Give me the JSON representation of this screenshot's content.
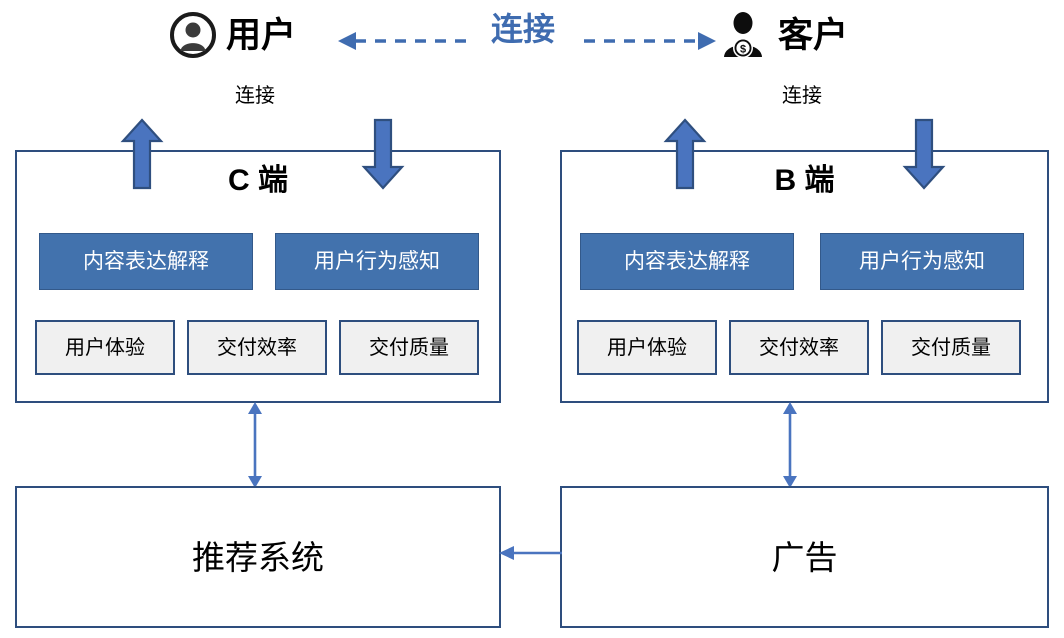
{
  "diagram": {
    "title_actors": {
      "user": {
        "label": "用户",
        "icon": "user-avatar-icon"
      },
      "client": {
        "label": "客户",
        "icon": "customer-money-icon"
      }
    },
    "center_connector": {
      "label": "连接",
      "style": "dashed-double-arrow",
      "color": "#3f6cb0"
    },
    "captions": {
      "left": "连接",
      "right": "连接"
    },
    "panels": [
      {
        "id": "c-end",
        "title": "C 端",
        "blue_chips": [
          "内容表达解释",
          "用户行为感知"
        ],
        "gray_chips": [
          "用户体验",
          "交付效率",
          "交付质量"
        ]
      },
      {
        "id": "b-end",
        "title": "B 端",
        "blue_chips": [
          "内容表达解释",
          "用户行为感知"
        ],
        "gray_chips": [
          "用户体验",
          "交付效率",
          "交付质量"
        ]
      }
    ],
    "bottom_panels": [
      {
        "id": "recommendation-system",
        "label": "推荐系统"
      },
      {
        "id": "advertising",
        "label": "广告"
      }
    ],
    "colors": {
      "panel_border": "#2e4e7e",
      "chip_blue": "#4272ad",
      "chip_gray": "#f0f0f0",
      "arrow_blue": "#4a74bf",
      "arrow_outline": "#2f4f7f",
      "connector_blue": "#3f6cb0"
    }
  }
}
